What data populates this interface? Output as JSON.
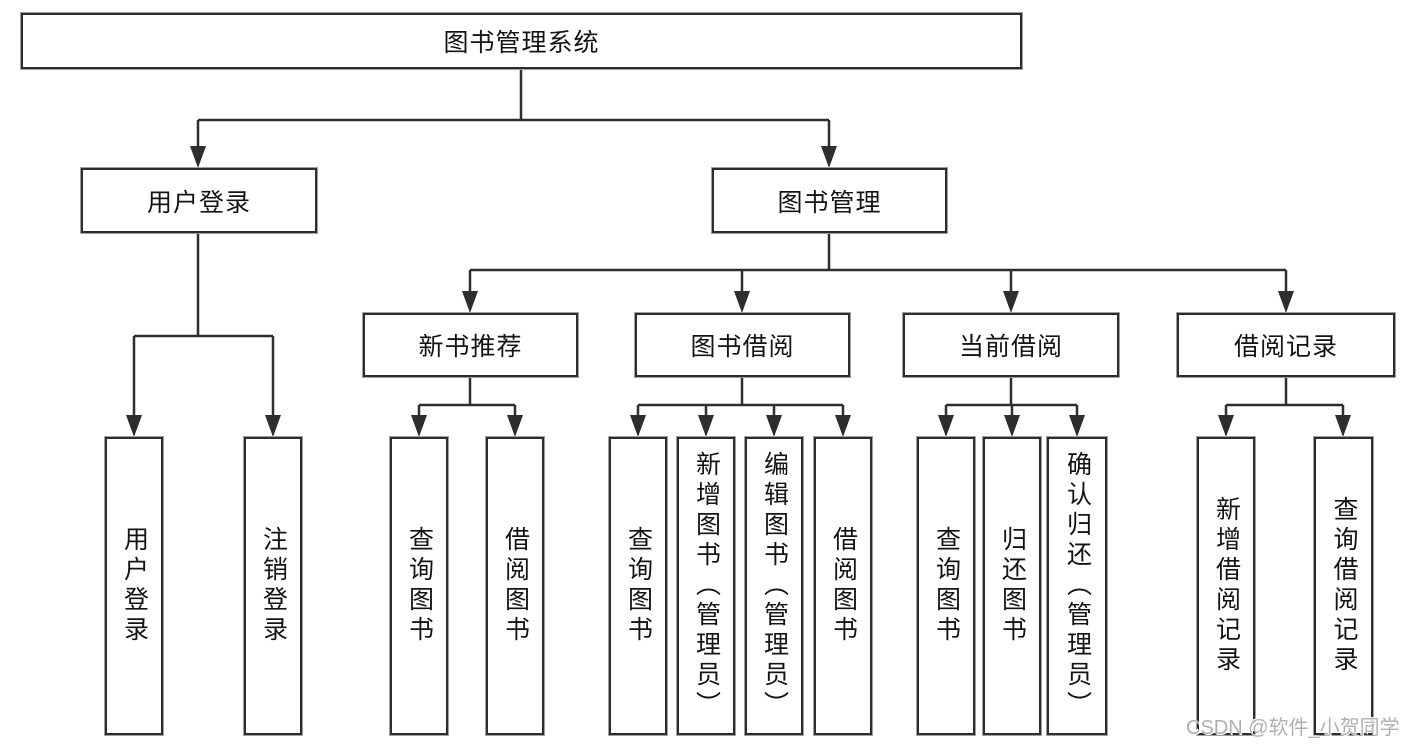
{
  "nodes": {
    "root": {
      "label": "图书管理系统"
    },
    "user_login": {
      "label": "用户登录"
    },
    "book_management": {
      "label": "图书管理"
    },
    "new_book_recommend": {
      "label": "新书推荐"
    },
    "book_borrow": {
      "label": "图书借阅"
    },
    "current_borrow": {
      "label": "当前借阅"
    },
    "borrow_record": {
      "label": "借阅记录"
    },
    "leaf_user_login": {
      "label": "用户登录"
    },
    "leaf_logout": {
      "label": "注销登录"
    },
    "leaf_query_book_recommend": {
      "label": "查询图书"
    },
    "leaf_borrow_book_recommend": {
      "label": "借阅图书"
    },
    "leaf_query_book_borrow": {
      "label": "查询图书"
    },
    "leaf_add_book_admin": {
      "label": "新增图书（管理员）"
    },
    "leaf_edit_book_admin": {
      "label": "编辑图书（管理员）"
    },
    "leaf_borrow_book_borrow": {
      "label": "借阅图书"
    },
    "leaf_query_book_current": {
      "label": "查询图书"
    },
    "leaf_return_book": {
      "label": "归还图书"
    },
    "leaf_confirm_return_admin": {
      "label": "确认归还（管理员）"
    },
    "leaf_add_borrow_record": {
      "label": "新增借阅记录"
    },
    "leaf_query_borrow_record": {
      "label": "查询借阅记录"
    }
  },
  "watermark": {
    "text": "CSDN @软件_小贺同学"
  },
  "colors": {
    "line": "#2e2e2e",
    "box_border": "#2d2d2d",
    "text": "#141414",
    "watermark": "#b0b0b0",
    "background": "#ffffff"
  }
}
